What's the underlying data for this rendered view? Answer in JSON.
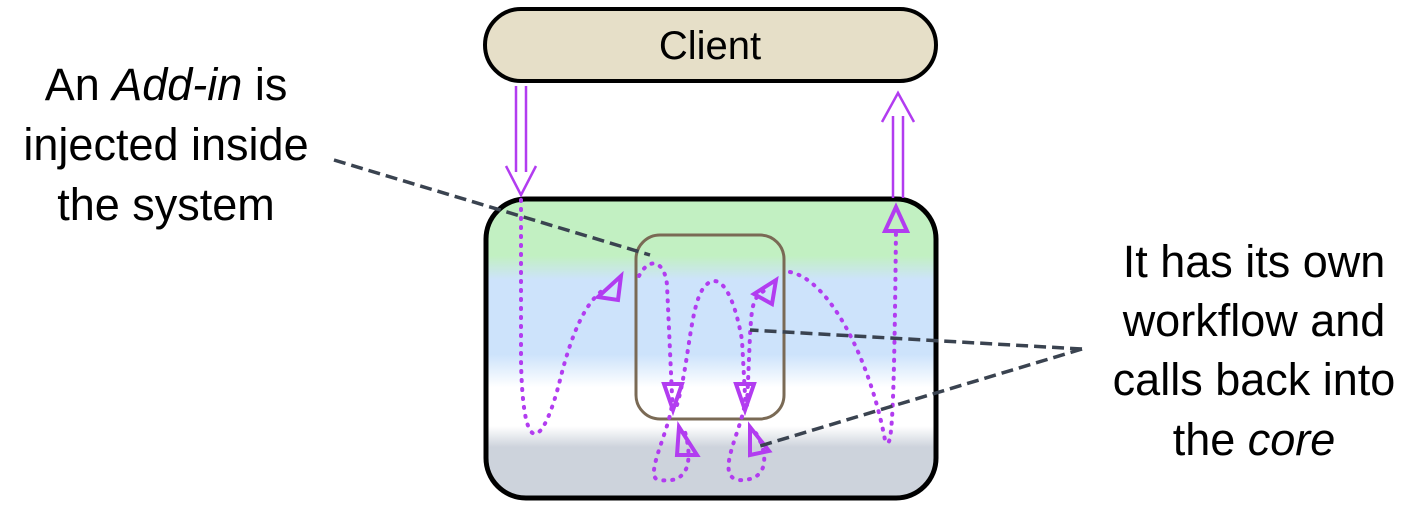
{
  "client": {
    "label": "Client"
  },
  "left_note": {
    "line1": {
      "before": "An ",
      "emph": "Add-in",
      "after": " is"
    },
    "line2": "injected inside",
    "line3": "the system"
  },
  "right_note": {
    "line1": "It has its own",
    "line2": "workflow and",
    "line3": "calls back into",
    "line4": {
      "before": "the ",
      "emph": "core"
    }
  },
  "colors": {
    "client_fill": "#e6dfc8",
    "flow": "#b23cf0",
    "addin_border": "#7a6a55",
    "band_green": "#c2f0c2",
    "band_blue": "#cde3fb",
    "band_white": "#ffffff",
    "band_gray": "#cdd3dc",
    "leader": "#3a4350"
  }
}
